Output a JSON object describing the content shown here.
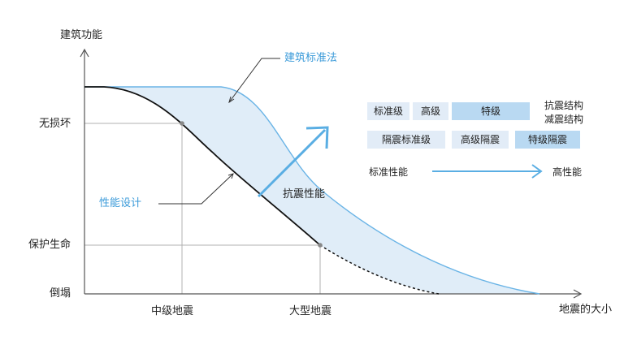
{
  "axes": {
    "y_title": "建筑功能",
    "x_title": "地震的大小",
    "y_levels": [
      "无损坏",
      "保护生命",
      "倒塌"
    ],
    "x_levels": [
      "中级地震",
      "大型地震"
    ]
  },
  "curves": {
    "code_method": "建筑标准法",
    "performance_design": "性能设计",
    "seismic_performance": "抗震性能"
  },
  "legend": {
    "row1": [
      "标准级",
      "高级",
      "特级"
    ],
    "row1_suffix": [
      "抗震结构",
      "减震结构"
    ],
    "row2": [
      "隔震标准级",
      "高级隔震",
      "特级隔震"
    ],
    "scale_from": "标准性能",
    "scale_to": "高性能"
  },
  "colors": {
    "blue_line": "#6ab4e6",
    "band_fill": "#e0edf8",
    "arrow": "#5aaee3",
    "chip_light": "#e2ecf7",
    "chip_mid": "#b9d9f2"
  }
}
